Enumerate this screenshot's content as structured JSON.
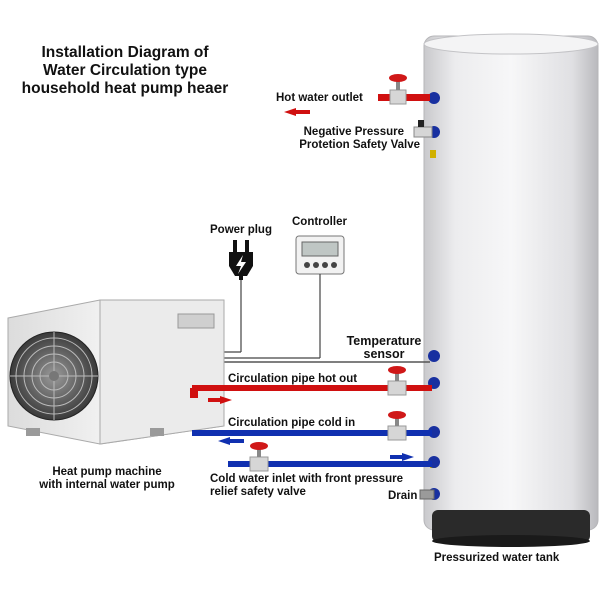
{
  "title": {
    "line1": "Installation Diagram of",
    "line2": "Water Circulation type",
    "line3": "household heat pump heaer"
  },
  "labels": {
    "hot_water_outlet": "Hot water outlet",
    "negative_pressure_line1": "Negative Pressure",
    "negative_pressure_line2": "Protetion Safety Valve",
    "power_plug": "Power plug",
    "controller": "Controller",
    "temperature_line1": "Temperature",
    "temperature_line2": "sensor",
    "circulation_hot_out": "Circulation pipe hot out",
    "circulation_cold_in": "Circulation pipe cold in",
    "cold_inlet_line1": "Cold water inlet with front pressure",
    "cold_inlet_line2": "relief safety valve",
    "drain": "Drain",
    "heat_pump_line1": "Heat pump machine",
    "heat_pump_line2": "with internal water pump",
    "tank": "Pressurized water tank"
  },
  "colors": {
    "hot_pipe": "#d01010",
    "cold_pipe": "#1030b0",
    "valve_handle": "#d01818",
    "tank_body": "#e6e6e8",
    "unit_body": "#efefef"
  },
  "icons": {
    "power_plug": "power-plug-icon",
    "controller": "controller-icon",
    "fan": "fan-icon",
    "valve": "valve-icon"
  }
}
